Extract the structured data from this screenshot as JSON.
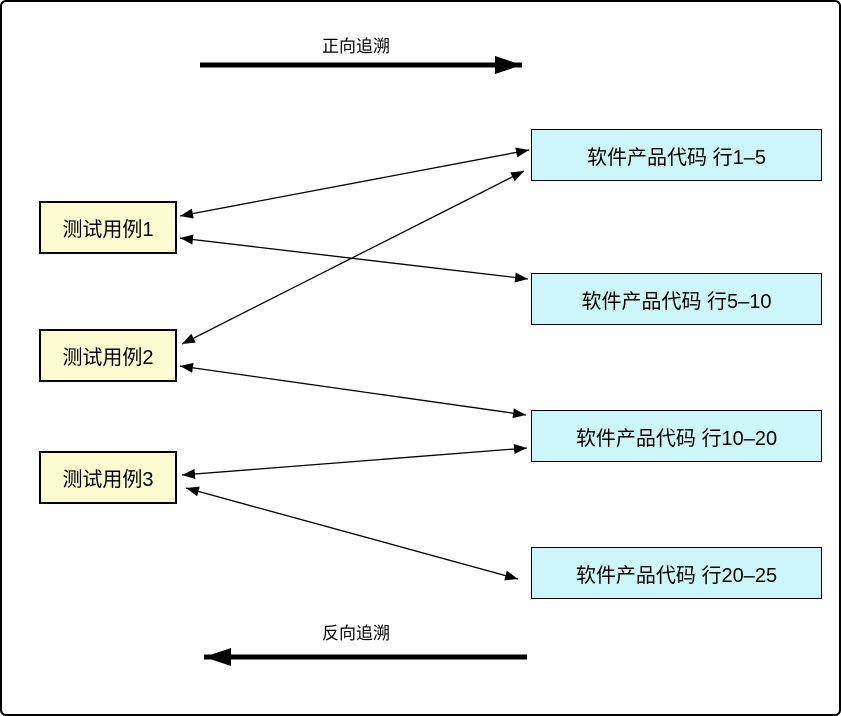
{
  "colors": {
    "background": "#FFFFFF",
    "outer_border": "#000000",
    "test_case_fill": "#FDFBD0",
    "test_case_border": "#000000",
    "code_segment_fill": "#CDF6FA",
    "code_segment_border": "#000000",
    "arrow": "#000000"
  },
  "forward_trace": {
    "label": "正向追溯",
    "direction": "right"
  },
  "backward_trace": {
    "label": "反向追溯",
    "direction": "left"
  },
  "test_cases": [
    {
      "label": "测试用例1"
    },
    {
      "label": "测试用例2"
    },
    {
      "label": "测试用例3"
    }
  ],
  "code_segments": [
    {
      "label": "软件产品代码 行1–5"
    },
    {
      "label": "软件产品代码 行5–10"
    },
    {
      "label": "软件产品代码 行10–20"
    },
    {
      "label": "软件产品代码 行20–25"
    }
  ],
  "connections": [
    {
      "from": "测试用例1",
      "to": "软件产品代码 行1–5",
      "type": "bidirectional"
    },
    {
      "from": "测试用例1",
      "to": "软件产品代码 行5–10",
      "type": "bidirectional"
    },
    {
      "from": "测试用例2",
      "to": "软件产品代码 行1–5",
      "type": "bidirectional"
    },
    {
      "from": "测试用例2",
      "to": "软件产品代码 行10–20",
      "type": "bidirectional"
    },
    {
      "from": "测试用例3",
      "to": "软件产品代码 行10–20",
      "type": "bidirectional"
    },
    {
      "from": "测试用例3",
      "to": "软件产品代码 行20–25",
      "type": "bidirectional"
    }
  ]
}
